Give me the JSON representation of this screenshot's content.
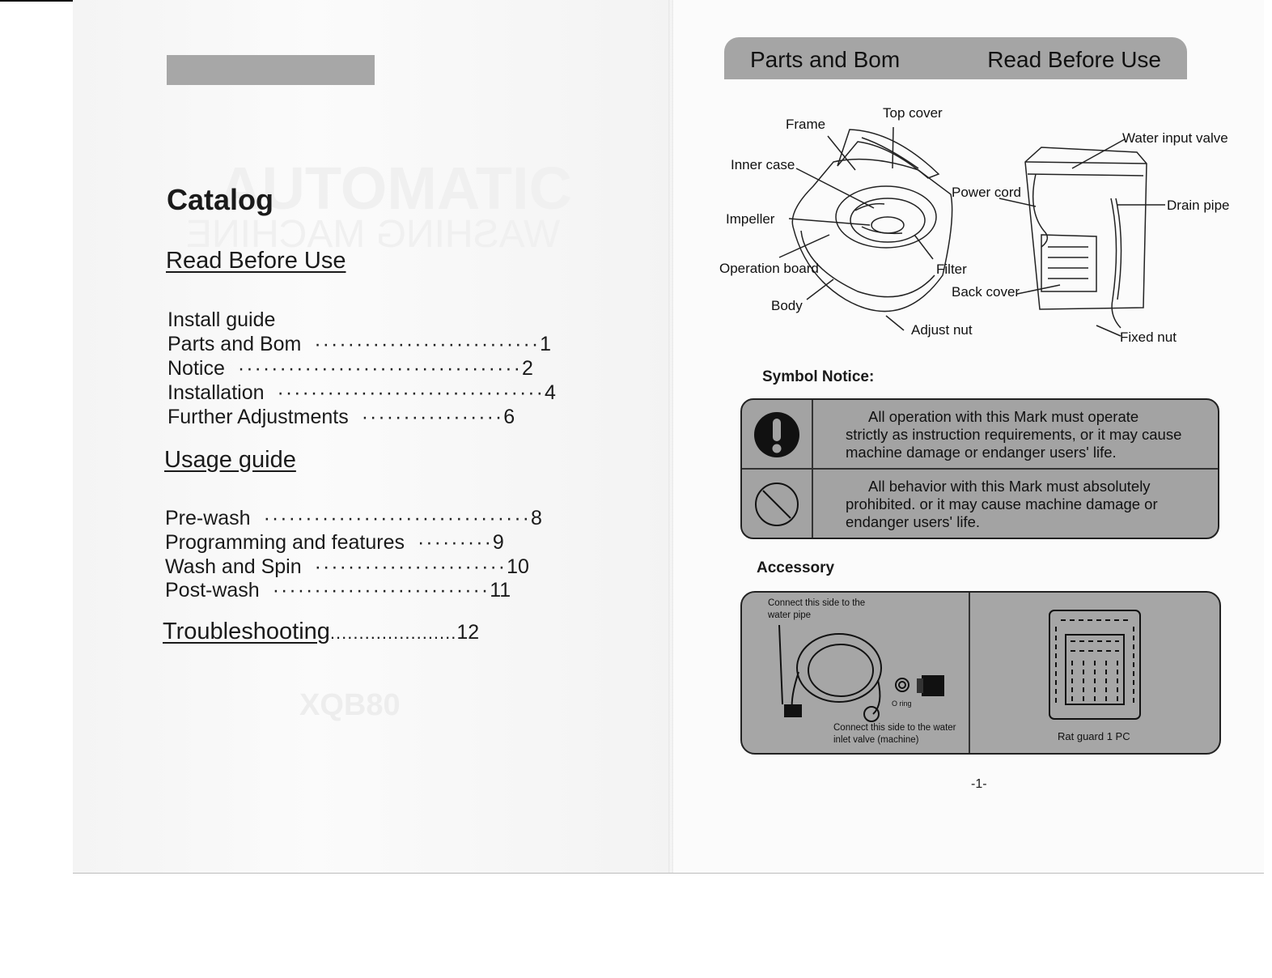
{
  "left_page": {
    "catalog_title": "Catalog",
    "sections": [
      {
        "heading": "Read Before Use",
        "items": [
          {
            "label": "Install guide",
            "dots": "",
            "page": ""
          },
          {
            "label": "Parts and Bom",
            "dots": "···························",
            "page": "1"
          },
          {
            "label": "Notice",
            "dots": "··································",
            "page": "2"
          },
          {
            "label": "Installation",
            "dots": "································",
            "page": "4"
          },
          {
            "label": "Further Adjustments",
            "dots": "·················",
            "page": "6"
          }
        ]
      },
      {
        "heading": "Usage guide",
        "items": [
          {
            "label": "Pre-wash",
            "dots": "································",
            "page": "8"
          },
          {
            "label": "Programming and features",
            "dots": "·········",
            "page": "9"
          },
          {
            "label": "Wash and Spin",
            "dots": "·······················",
            "page": "10"
          },
          {
            "label": "Post-wash",
            "dots": "··························",
            "page": "11"
          }
        ]
      }
    ],
    "troubleshooting": {
      "label": "Troubleshooting",
      "dots": "......................",
      "page": "12"
    }
  },
  "right_page": {
    "header_left": "Parts and Bom",
    "header_right": "Read Before Use",
    "diagram_labels": {
      "frame": "Frame",
      "top_cover": "Top cover",
      "inner_case": "Inner case",
      "impeller": "Impeller",
      "operation_board": "Operation board",
      "body": "Body",
      "power_cord": "Power cord",
      "filter": "Filter",
      "back_cover": "Back cover",
      "adjust_nut": "Adjust nut",
      "water_input_valve": "Water input valve",
      "drain_pipe": "Drain pipe",
      "fixed_nut": "Fixed nut"
    },
    "symbol_notice": {
      "heading": "Symbol Notice:",
      "rows": [
        {
          "icon": "exclamation-icon",
          "first": "All operation with this Mark must operate",
          "rest": "strictly as instruction requirements, or it may cause machine damage or endanger users' life."
        },
        {
          "icon": "prohibited-icon",
          "first": "All behavior with this Mark must absolutely",
          "rest": "prohibited. or it may cause machine damage or endanger users' life."
        }
      ]
    },
    "accessory": {
      "heading": "Accessory",
      "hose_top_note": "Connect this side to the water pipe",
      "o_ring": "O ring",
      "hose_bottom_note": "Connect this side to the water inlet valve (machine)",
      "rat_guard": "Rat guard 1 PC"
    },
    "page_number": "-1-"
  },
  "colors": {
    "band_gray": "#a5a5a5",
    "box_gray": "#a3a3a3",
    "ink": "#1a1a1a"
  }
}
